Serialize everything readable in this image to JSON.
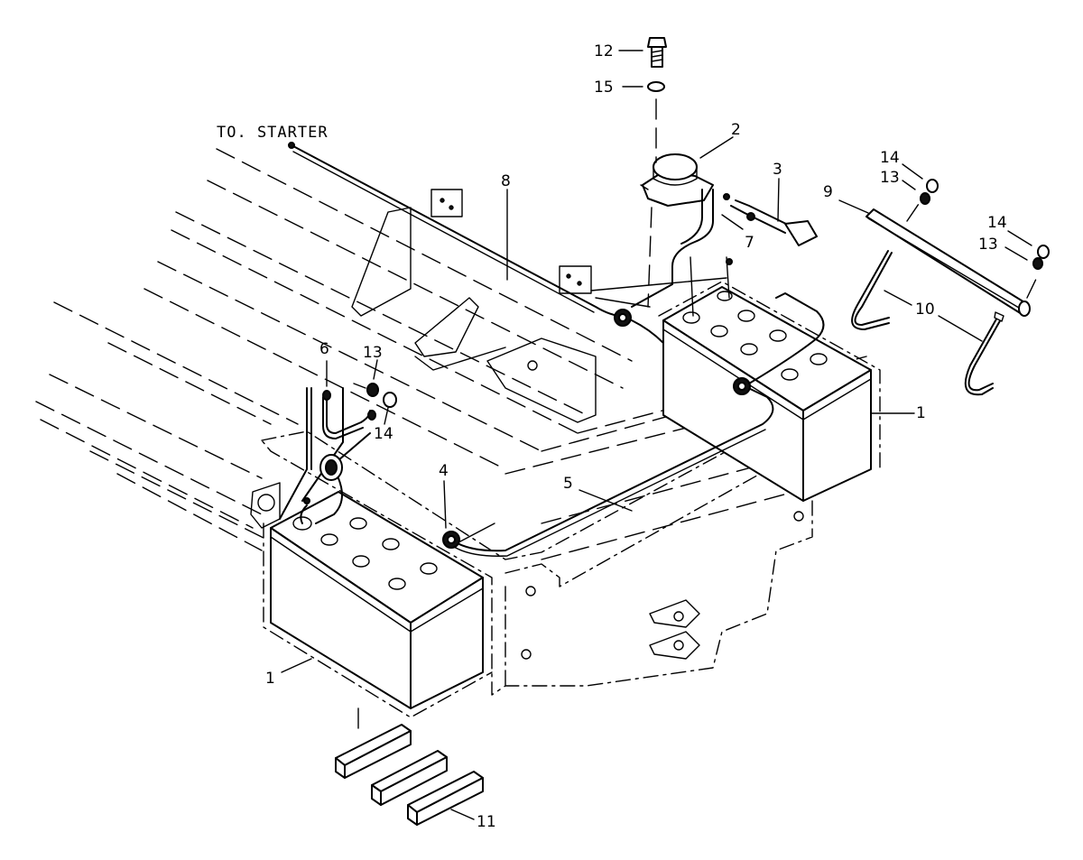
{
  "note": "TO. STARTER",
  "callouts": {
    "c1a": "1",
    "c1b": "1",
    "c2": "2",
    "c3": "3",
    "c4": "4",
    "c5": "5",
    "c6": "6",
    "c7": "7",
    "c8": "8",
    "c9": "9",
    "c10": "10",
    "c11": "11",
    "c12": "12",
    "c13a": "13",
    "c13b": "13",
    "c13c": "13",
    "c14a": "14",
    "c14b": "14",
    "c14c": "14",
    "c15": "15"
  }
}
